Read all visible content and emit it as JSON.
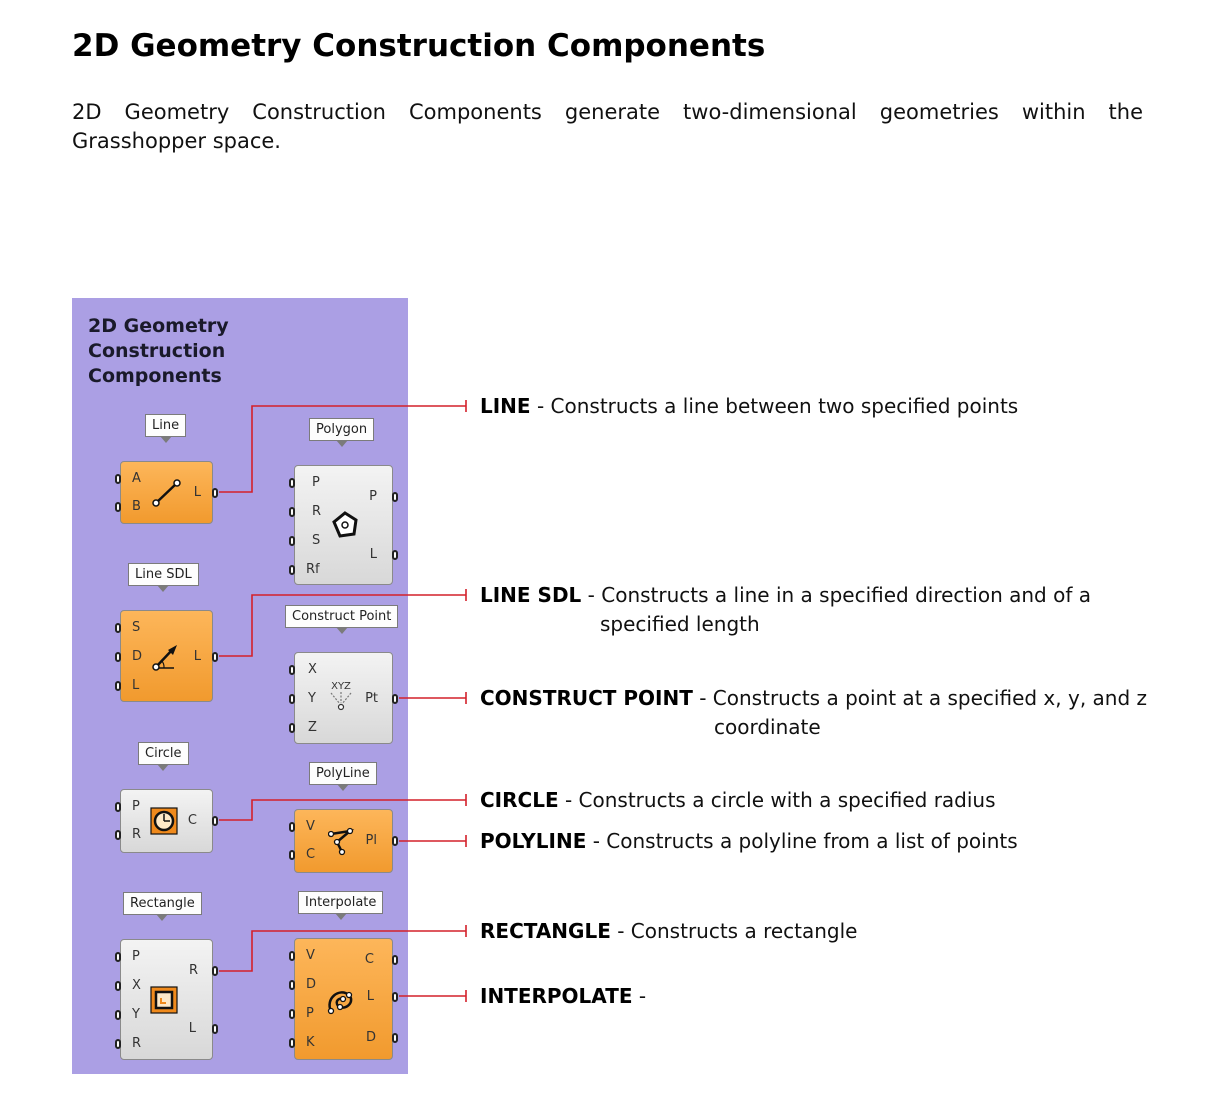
{
  "page": {
    "title": "2D Geometry Construction Components",
    "intro": "2D Geometry Construction Components generate two-dimensional geometries within the Grasshopper space."
  },
  "panel": {
    "title_lines": [
      "2D Geometry",
      "Construction",
      "Components"
    ],
    "components": [
      {
        "key": "line",
        "label": "Line",
        "inputs": [
          "A",
          "B"
        ],
        "outputs": [
          "L"
        ],
        "color": "#f5a53c",
        "icon": "line-icon"
      },
      {
        "key": "polygon",
        "label": "Polygon",
        "inputs": [
          "P",
          "R",
          "S",
          "Rf"
        ],
        "outputs": [
          "P",
          "L"
        ],
        "color": "#e4e4e4",
        "icon": "polygon-icon"
      },
      {
        "key": "line_sdl",
        "label": "Line SDL",
        "inputs": [
          "S",
          "D",
          "L"
        ],
        "outputs": [
          "L"
        ],
        "color": "#f5a53c",
        "icon": "line-sdl-icon"
      },
      {
        "key": "construct_point",
        "label": "Construct Point",
        "inputs": [
          "X",
          "Y",
          "Z"
        ],
        "outputs": [
          "Pt"
        ],
        "color": "#e4e4e4",
        "icon": "xyz-point-icon",
        "icon_text": "XYZ"
      },
      {
        "key": "circle",
        "label": "Circle",
        "inputs": [
          "P",
          "R"
        ],
        "outputs": [
          "C"
        ],
        "color": "#e4e4e4",
        "icon": "circle-icon"
      },
      {
        "key": "polyline",
        "label": "PolyLine",
        "inputs": [
          "V",
          "C"
        ],
        "outputs": [
          "Pl"
        ],
        "color": "#f5a53c",
        "icon": "polyline-icon"
      },
      {
        "key": "rectangle",
        "label": "Rectangle",
        "inputs": [
          "P",
          "X",
          "Y",
          "R"
        ],
        "outputs": [
          "R",
          "L"
        ],
        "color": "#e4e4e4",
        "icon": "rectangle-icon"
      },
      {
        "key": "interpolate",
        "label": "Interpolate",
        "inputs": [
          "V",
          "D",
          "P",
          "K"
        ],
        "outputs": [
          "C",
          "L",
          "D"
        ],
        "color": "#f5a53c",
        "icon": "interpolate-icon"
      }
    ]
  },
  "descriptions": [
    {
      "name": "LINE",
      "text": " - Constructs a line between two specified points"
    },
    {
      "name": "LINE SDL",
      "text": " - Constructs a line in a specified direction and of a",
      "continuation": "specified length"
    },
    {
      "name": "CONSTRUCT POINT",
      "text": " - Constructs a point at a specified x, y, and z",
      "continuation": "coordinate"
    },
    {
      "name": "CIRCLE",
      "text": " - Constructs a circle with a specified radius"
    },
    {
      "name": "POLYLINE",
      "text": " - Constructs a polyline from a list of points"
    },
    {
      "name": "RECTANGLE",
      "text": " - Constructs a rectangle"
    },
    {
      "name": "INTERPOLATE",
      "text": " -"
    }
  ],
  "colors": {
    "panel": "#ab9fe4",
    "leader": "#d4202a",
    "component_orange": "#f5a53c",
    "component_grey": "#e4e4e4"
  }
}
